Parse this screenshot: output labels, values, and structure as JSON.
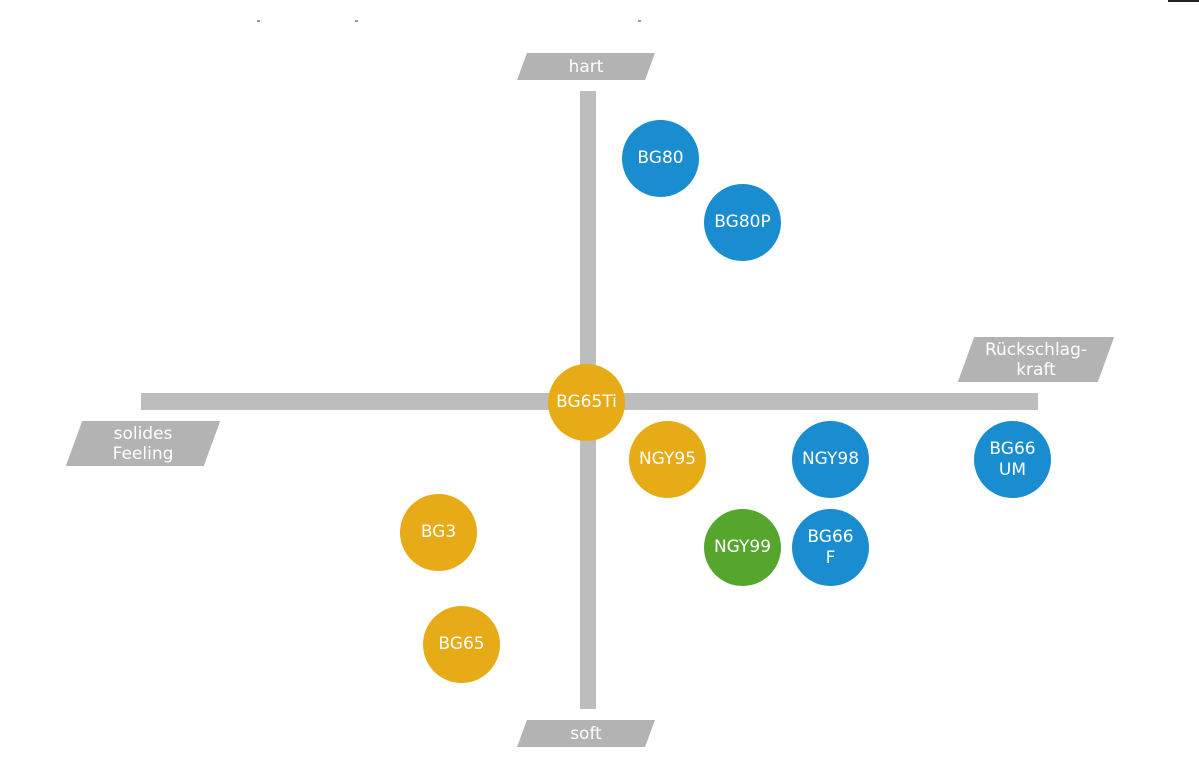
{
  "axes": {
    "top": "hart",
    "bottom": "soft",
    "left": "solides\nFeeling",
    "right": "Rückschlag-\nkraft"
  },
  "colors": {
    "axis": "#bdbdbd",
    "label_bg": "#b3b3b3",
    "blue": "#1a8cd0",
    "yellow": "#e6ab16",
    "green": "#56a62d",
    "text": "#ffffff"
  },
  "items": [
    {
      "label": "BG80",
      "color": "blue"
    },
    {
      "label": "BG80P",
      "color": "blue"
    },
    {
      "label": "BG65Ti",
      "color": "yellow"
    },
    {
      "label": "NGY95",
      "color": "yellow"
    },
    {
      "label": "NGY98",
      "color": "blue"
    },
    {
      "label": "BG66\nUM",
      "color": "blue"
    },
    {
      "label": "BG3",
      "color": "yellow"
    },
    {
      "label": "NGY99",
      "color": "green"
    },
    {
      "label": "BG66\nF",
      "color": "blue"
    },
    {
      "label": "BG65",
      "color": "yellow"
    }
  ]
}
